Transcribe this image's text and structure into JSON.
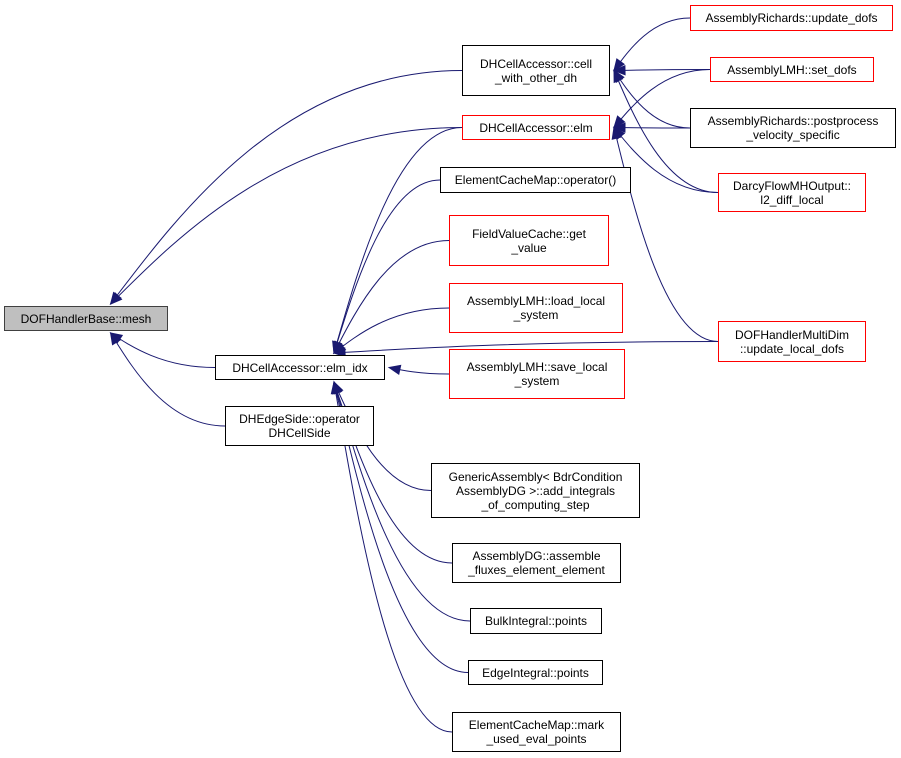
{
  "title": "DOFHandlerBase::mesh",
  "colors": {
    "edge": "#191970",
    "root_fill": "#bfbfbf",
    "red_border": "#ff0000",
    "black_border": "#000000"
  },
  "nodes": {
    "mesh": {
      "lines": [
        "DOFHandlerBase::mesh"
      ],
      "style": "root"
    },
    "cell_other": {
      "lines": [
        "DHCellAccessor::cell",
        "_with_other_dh"
      ],
      "style": "black"
    },
    "elm": {
      "lines": [
        "DHCellAccessor::elm"
      ],
      "style": "red"
    },
    "ecm_op": {
      "lines": [
        "ElementCacheMap::operator()"
      ],
      "style": "black"
    },
    "fvc_get": {
      "lines": [
        "FieldValueCache::get",
        "_value"
      ],
      "style": "red"
    },
    "lmh_load": {
      "lines": [
        "AssemblyLMH::load_local",
        "_system"
      ],
      "style": "red"
    },
    "lmh_save": {
      "lines": [
        "AssemblyLMH::save_local",
        "_system"
      ],
      "style": "red"
    },
    "elm_idx": {
      "lines": [
        "DHCellAccessor::elm_idx"
      ],
      "style": "black"
    },
    "edge_side": {
      "lines": [
        "DHEdgeSide::operator",
        "DHCellSide"
      ],
      "style": "black"
    },
    "generic": {
      "lines": [
        "GenericAssembly< BdrCondition",
        "AssemblyDG >::add_integrals",
        "_of_computing_step"
      ],
      "style": "black"
    },
    "dg_assemble": {
      "lines": [
        "AssemblyDG::assemble",
        "_fluxes_element_element"
      ],
      "style": "black"
    },
    "bulk_points": {
      "lines": [
        "BulkIntegral::points"
      ],
      "style": "black"
    },
    "edge_points": {
      "lines": [
        "EdgeIntegral::points"
      ],
      "style": "black"
    },
    "ecm_mark": {
      "lines": [
        "ElementCacheMap::mark",
        "_used_eval_points"
      ],
      "style": "black"
    },
    "rich_update": {
      "lines": [
        "AssemblyRichards::update_dofs"
      ],
      "style": "red"
    },
    "lmh_set": {
      "lines": [
        "AssemblyLMH::set_dofs"
      ],
      "style": "red"
    },
    "rich_post": {
      "lines": [
        "AssemblyRichards::postprocess",
        "_velocity_specific"
      ],
      "style": "black"
    },
    "darcy_l2": {
      "lines": [
        "DarcyFlowMHOutput::",
        "l2_diff_local"
      ],
      "style": "red"
    },
    "dof_multi": {
      "lines": [
        "DOFHandlerMultiDim",
        "::update_local_dofs"
      ],
      "style": "red"
    }
  },
  "edges": [
    [
      "cell_other",
      "mesh"
    ],
    [
      "elm",
      "mesh"
    ],
    [
      "elm_idx",
      "mesh"
    ],
    [
      "edge_side",
      "mesh"
    ],
    [
      "rich_update",
      "cell_other"
    ],
    [
      "lmh_set",
      "cell_other"
    ],
    [
      "rich_post",
      "cell_other"
    ],
    [
      "darcy_l2",
      "cell_other"
    ],
    [
      "lmh_set",
      "elm"
    ],
    [
      "rich_post",
      "elm"
    ],
    [
      "darcy_l2",
      "elm"
    ],
    [
      "dof_multi",
      "elm"
    ],
    [
      "elm",
      "elm_idx"
    ],
    [
      "ecm_op",
      "elm_idx"
    ],
    [
      "fvc_get",
      "elm_idx"
    ],
    [
      "lmh_load",
      "elm_idx"
    ],
    [
      "lmh_save",
      "elm_idx"
    ],
    [
      "dof_multi",
      "elm_idx"
    ],
    [
      "generic",
      "elm_idx"
    ],
    [
      "dg_assemble",
      "elm_idx"
    ],
    [
      "bulk_points",
      "elm_idx"
    ],
    [
      "edge_points",
      "elm_idx"
    ],
    [
      "ecm_mark",
      "elm_idx"
    ]
  ]
}
